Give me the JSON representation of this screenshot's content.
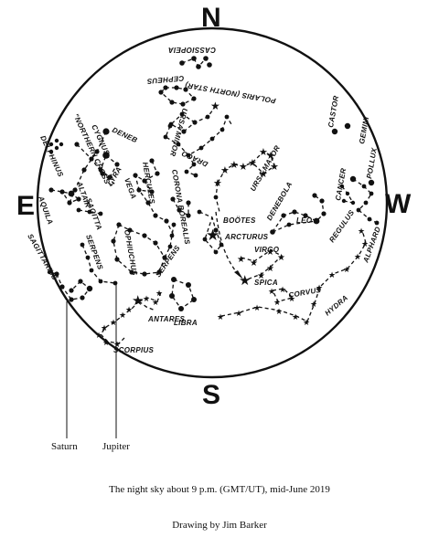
{
  "cardinals": {
    "north": "N",
    "south": "S",
    "east": "E",
    "west": "W"
  },
  "constellations": {
    "cassiopeia": "CASSIOPEIA",
    "cepheus": "CEPHEUS",
    "ursa_minor": "URSA MINOR",
    "polaris": "POLARIS (NORTH STAR)",
    "draco": "DRACO",
    "ursa_major": "URSA MAJOR",
    "deneb": "DENEB",
    "cygnus": "CYGNUS",
    "northern_cross": "\"NORTHERN CROSS\"",
    "delphinus": "DELPHINUS",
    "vega": "VEGA",
    "lyra": "LYRA",
    "hercules": "HERCULES",
    "corona_borealis": "CORONA BOREALIS",
    "altair": "ALTAIR",
    "aquila": "AQUILA",
    "sagitta": "SAGITTA",
    "bootes": "BOÖTES",
    "arcturus": "ARCTURUS",
    "denebola": "DENEBOLA",
    "leo": "LEO",
    "castor": "CASTOR",
    "pollux": "POLLUX",
    "gemini": "GEMINI",
    "cancer": "CANCER",
    "regulus": "REGULUS",
    "alphard": "ALPHARD",
    "virgo": "VIRGO",
    "spica": "SPICA",
    "corvus": "CORVUS",
    "hydra": "HYDRA",
    "sagittarius": "SAGITTARIUS",
    "serpens_left": "SERPENS",
    "ophiuchus": "OPHIUCHUS",
    "serpens_right": "SERPENS",
    "antares": "ANTARES",
    "libra": "LIBRA",
    "scorpius": "SCORPIUS"
  },
  "planets": {
    "saturn": "Saturn",
    "jupiter": "Jupiter"
  },
  "caption": "The night sky about 9 p.m. (GMT/UT), mid-June 2019",
  "credit": "Drawing by Jim Barker"
}
